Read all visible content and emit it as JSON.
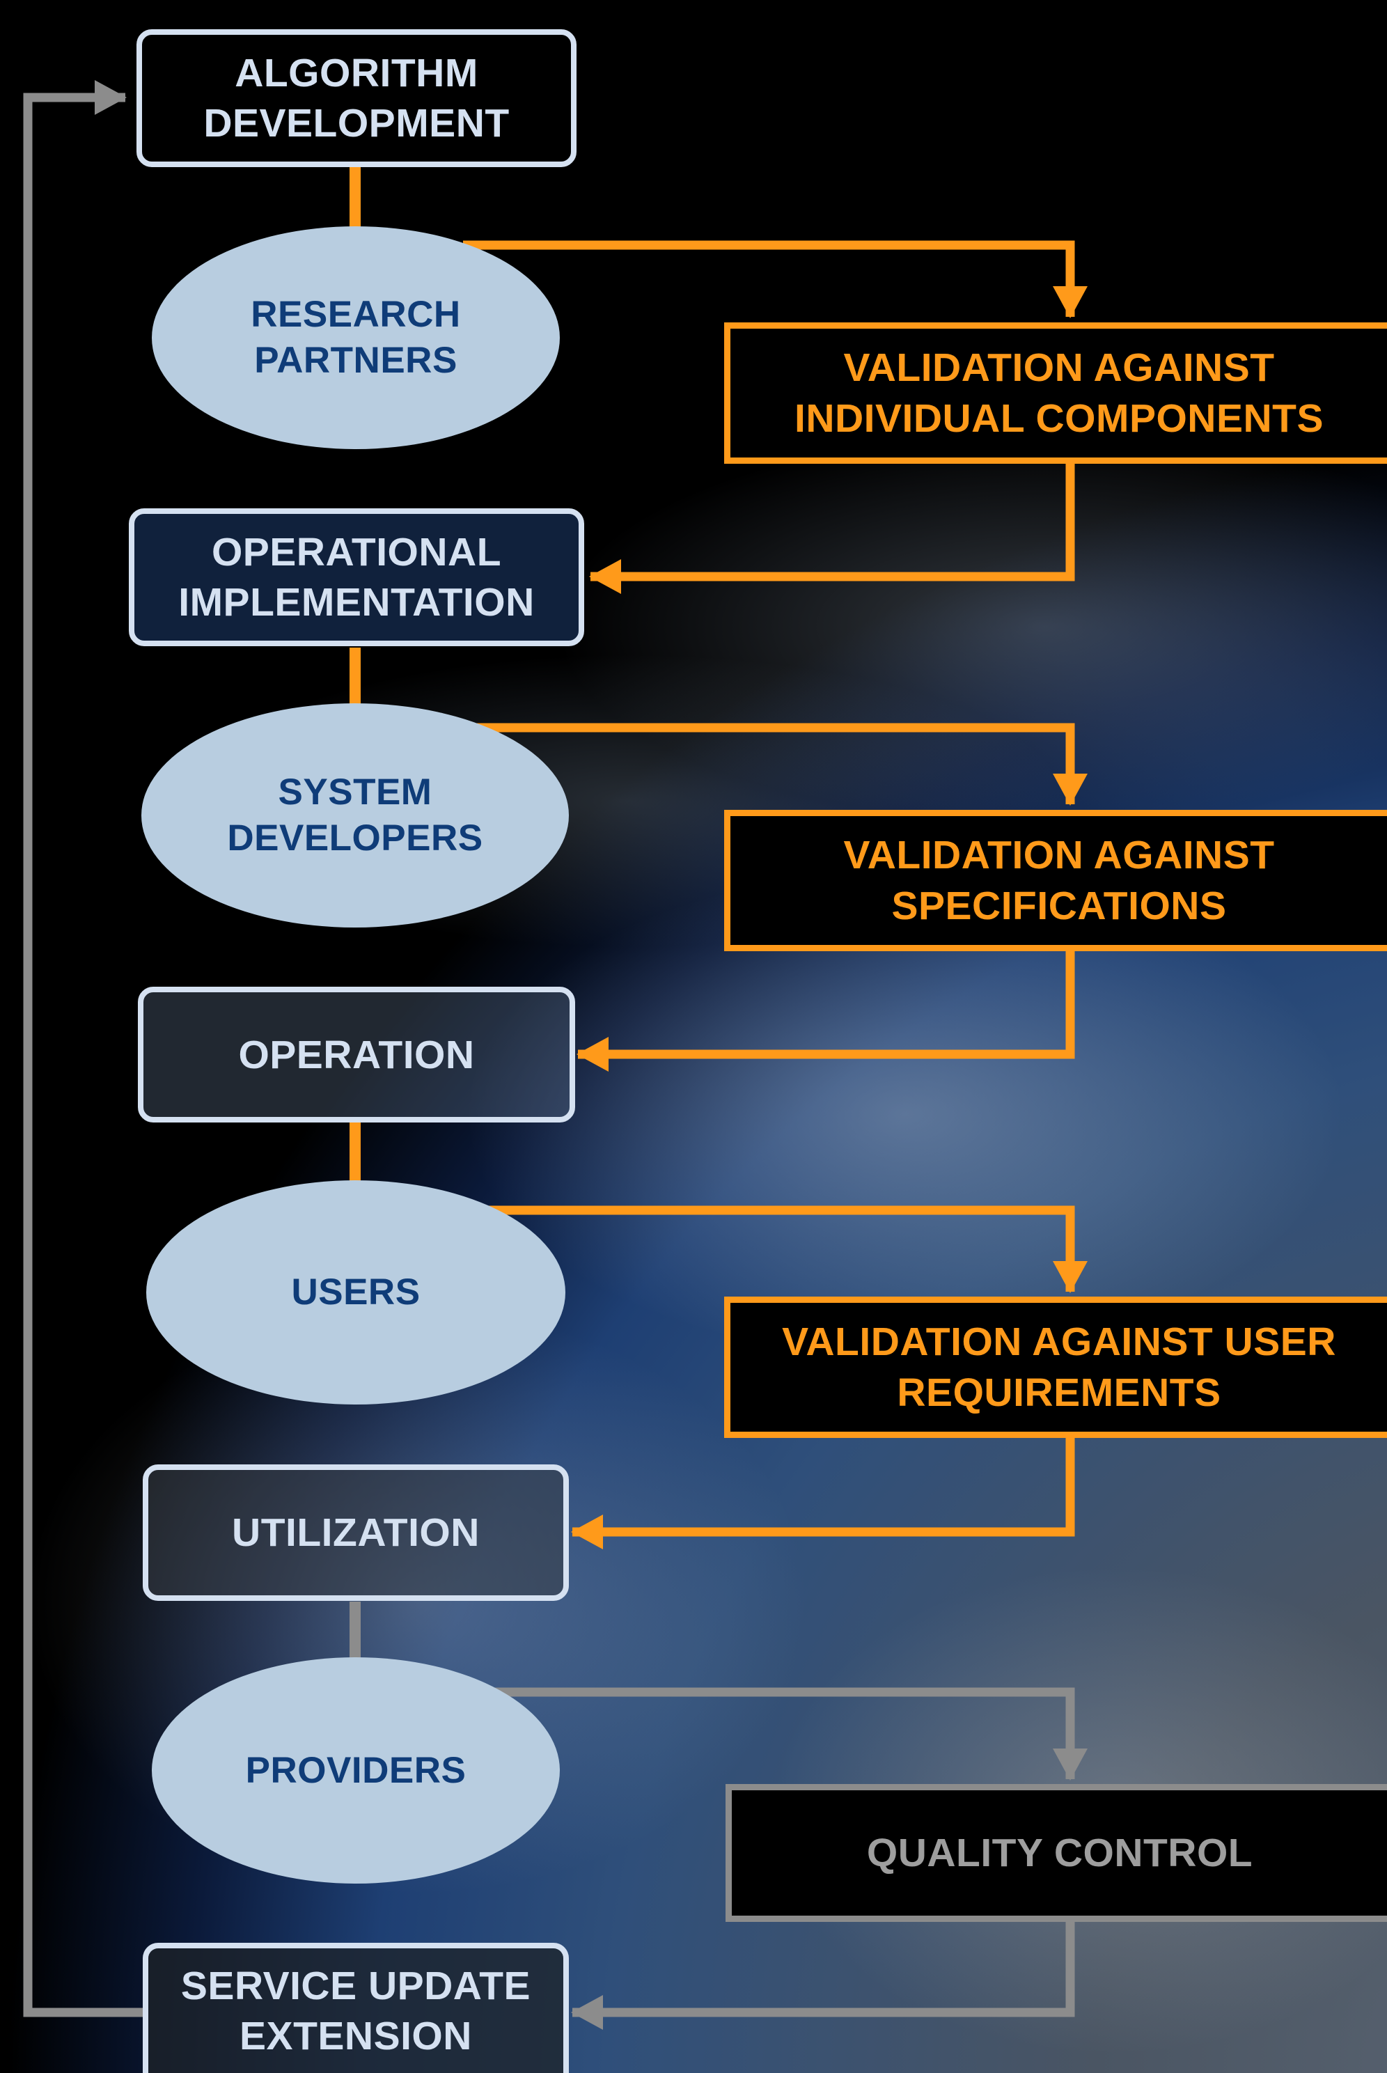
{
  "stages": {
    "algorithm_development": "ALGORITHM\nDEVELOPMENT",
    "operational_implementation": "OPERATIONAL\nIMPLEMENTATION",
    "operation": "OPERATION",
    "utilization": "UTILIZATION",
    "service_update_extension": "SERVICE UPDATE\nEXTENSION"
  },
  "actors": {
    "research_partners": "RESEARCH\nPARTNERS",
    "system_developers": "SYSTEM\nDEVELOPERS",
    "users": "USERS",
    "providers": "PROVIDERS"
  },
  "validations": {
    "individual_components": "VALIDATION AGAINST\nINDIVIDUAL COMPONENTS",
    "specifications": "VALIDATION AGAINST\nSPECIFICATIONS",
    "user_requirements": "VALIDATION AGAINST USER\nREQUIREMENTS",
    "quality_control": "QUALITY CONTROL"
  },
  "colors": {
    "validation_orange": "#ff9a1a",
    "feedback_gray": "#8c8c8c",
    "actor_fill": "#b8cde0",
    "actor_text": "#0f3c78",
    "stage_border": "#d5e1f1"
  }
}
